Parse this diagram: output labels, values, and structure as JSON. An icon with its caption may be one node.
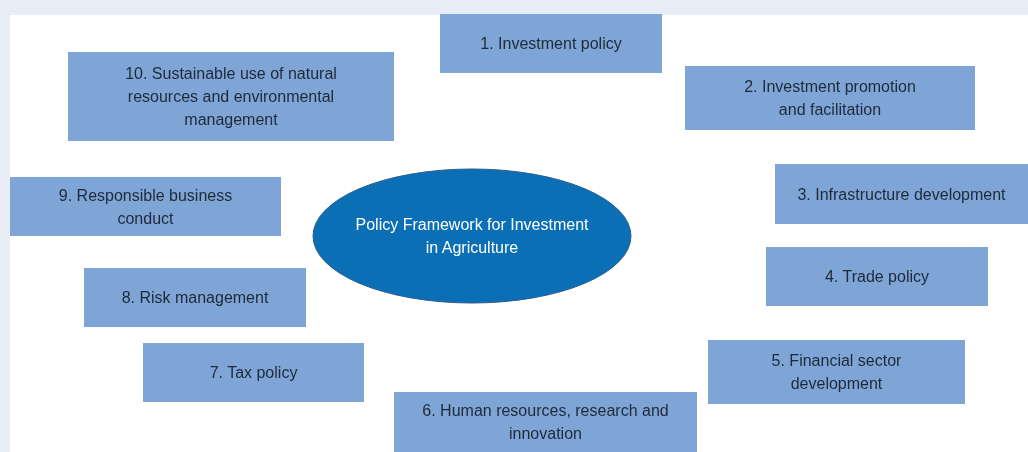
{
  "diagram": {
    "nodes": [
      {
        "text": [
          "Policy Framework for Investment in Agriculture"
        ]
      },
      {
        "text": [
          "1. Investment policy"
        ]
      },
      {
        "text": [
          "2. Investment promotion and facilitation"
        ]
      },
      {
        "text": [
          "3. Infrastructure development"
        ]
      },
      {
        "text": [
          "4. Trade policy"
        ]
      },
      {
        "text": [
          "5. Financial sector development"
        ]
      },
      {
        "text": [
          "6. Human resources, research and innovation"
        ]
      },
      {
        "text": [
          "7. Tax policy"
        ]
      },
      {
        "text": [
          "8. Risk management"
        ]
      },
      {
        "text": [
          "9. Responsible business conduct"
        ]
      },
      {
        "text": [
          "10. Sustainable use of natural resources and environmental management"
        ]
      }
    ]
  }
}
